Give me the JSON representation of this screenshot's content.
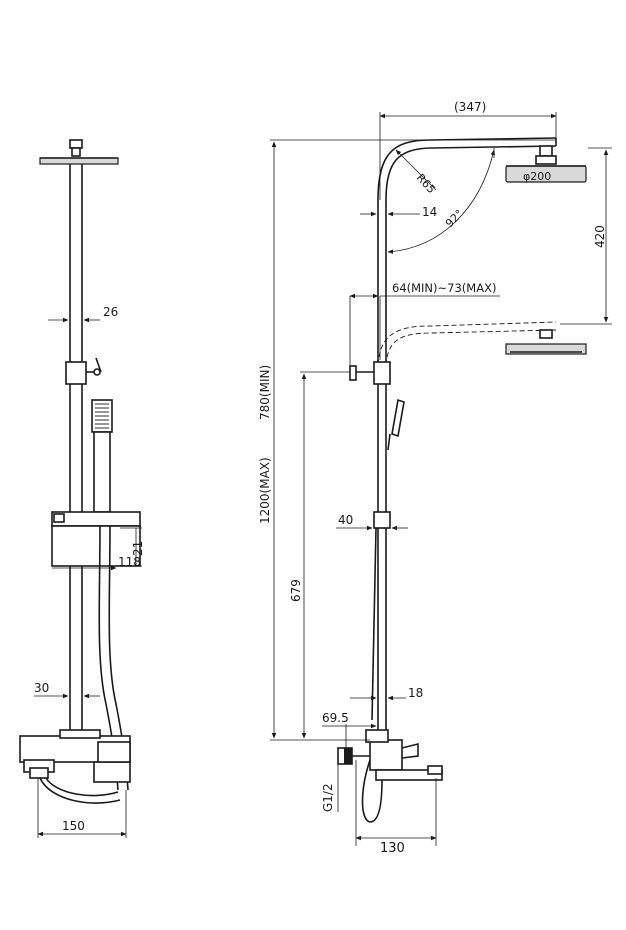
{
  "front_view": {
    "dims": {
      "pipe_dia": "26",
      "slider_height": "21",
      "slider_width": "118",
      "pipe_offset": "30",
      "base_width": "150"
    }
  },
  "side_view": {
    "dims": {
      "arm_length": "(347)",
      "bend_radius": "R65",
      "head_dia": "φ200",
      "pipe_dia": "14",
      "arm_angle": "92°",
      "height_adjust": "420",
      "diverter_offset": "64(MIN)~73(MAX)",
      "height_min": "780(MIN)",
      "height_max": "1200(MAX)",
      "slider_width": "40",
      "diverter_height": "679",
      "pipe_lower_dia": "18",
      "inlet_offset": "69.5",
      "thread": "G1/2",
      "spout_width": "130"
    }
  }
}
